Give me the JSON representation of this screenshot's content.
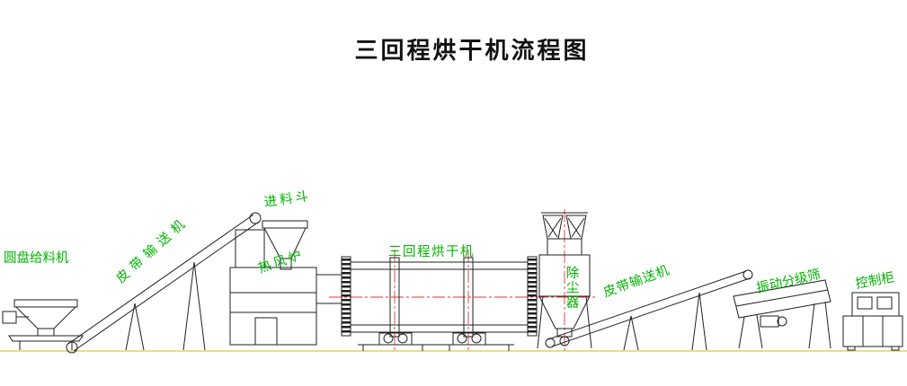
{
  "title": "三回程烘干机流程图",
  "colors": {
    "label": "#00b400",
    "line": "#1f1f1f",
    "centerline": "#e03535",
    "ground": "#d8d85e",
    "background": "#ffffff"
  },
  "labels": [
    {
      "name": "disc-feeder",
      "text": "圆盘给料机"
    },
    {
      "name": "belt-conveyor-1",
      "text": "皮带输送机"
    },
    {
      "name": "feed-hopper",
      "text": "进料斗"
    },
    {
      "name": "hot-air-furnace",
      "text": "热风炉"
    },
    {
      "name": "three-pass-dryer",
      "text": "三回程烘干机"
    },
    {
      "name": "dust-collector",
      "text": "除尘器"
    },
    {
      "name": "belt-conveyor-2",
      "text": "皮带输送机"
    },
    {
      "name": "vibrating-screen",
      "text": "振动分级筛"
    },
    {
      "name": "control-cabinet",
      "text": "控制柜"
    }
  ]
}
